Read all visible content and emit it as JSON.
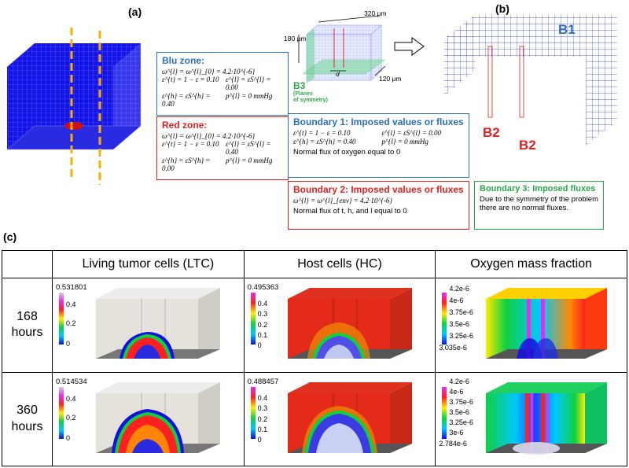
{
  "panels": {
    "a": "(a)",
    "b": "(b)",
    "c": "(c)"
  },
  "blu_zone": {
    "title": "Blu zone:",
    "eqs": [
      "ω^{l} = ω^{l}_{0} = 4.2·10^{-6}",
      "ε^{t} = 1 − ε = 0.10",
      "ε^{l} = εS^{l} = 0.00",
      "ε^{h} = εS^{h} = 0.40",
      "p^{l} = 0  mmHg"
    ]
  },
  "red_zone": {
    "title": "Red zone:",
    "eqs": [
      "ω^{l} = ω^{l}_{0} = 4.2·10^{-6}",
      "ε^{t} = 1 − ε = 0.10",
      "ε^{l} = εS^{l} = 0.40",
      "ε^{h} = εS^{h} = 0.00",
      "p^{l} = 0  mmHg"
    ]
  },
  "geometry_b": {
    "dim_top": "320 μm",
    "dim_left": "180 μm",
    "dim_depth": "120 μm",
    "d_label": "d",
    "b3_label": "B3",
    "b3_sub": "(Planes\nof symmetry)",
    "b1": "B1",
    "b2a": "B2",
    "b2b": "B2"
  },
  "boundary1": {
    "title": "Boundary 1: Imposed values or fluxes",
    "eqs": [
      "ε^{t} = 1 − ε = 0.10",
      "ε^{l} = εS^{l} = 0.00",
      "ε^{h} = εS^{h} = 0.40",
      "p^{l} = 0  mmHg"
    ],
    "note": "Normal flux of oxygen equal to 0"
  },
  "boundary2": {
    "title": "Boundary 2: Imposed values or fluxes",
    "eq": "ω^{l} = ω^{l}_{env} = 4.2·10^{-6}",
    "note": "Normal flux of t, h, and l equal to 0"
  },
  "boundary3": {
    "title": "Boundary 3: Imposed fluxes",
    "note": "Due to the symmetry of the problem there are no normal fluxes."
  },
  "table": {
    "headers": [
      "Living tumor cells (LTC)",
      "Host cells (HC)",
      "Oxygen mass fraction"
    ],
    "rows": [
      {
        "time": "168\nhours",
        "ltc": {
          "max": "0.531801",
          "ticks": [
            "0.4",
            "0.2",
            "0"
          ]
        },
        "hc": {
          "max": "0.495363",
          "ticks": [
            "0.4",
            "0.3",
            "0.2",
            "0.1",
            "0"
          ]
        },
        "ox": {
          "ticks": [
            "4.2e-6",
            "4e-6",
            "3.75e-6",
            "3.5e-6",
            "3.25e-6",
            "3.035e-6"
          ]
        }
      },
      {
        "time": "360\nhours",
        "ltc": {
          "max": "0.514534",
          "ticks": [
            "0.4",
            "0.2",
            "0"
          ]
        },
        "hc": {
          "max": "0.488457",
          "ticks": [
            "0.4",
            "0.3",
            "0.2",
            "0.1",
            "0"
          ]
        },
        "ox": {
          "ticks": [
            "4.2e-6",
            "4e-6",
            "3.75e-6",
            "3.5e-6",
            "3.25e-6",
            "3e-6",
            "2.784e-6"
          ]
        }
      }
    ]
  },
  "colors": {
    "blue_zone": "#2b6fbf",
    "red_zone": "#e02020",
    "green_zone": "#2aa84a",
    "mesh_blue": "#1a1ae6",
    "dash_orange": "#f5b000"
  }
}
